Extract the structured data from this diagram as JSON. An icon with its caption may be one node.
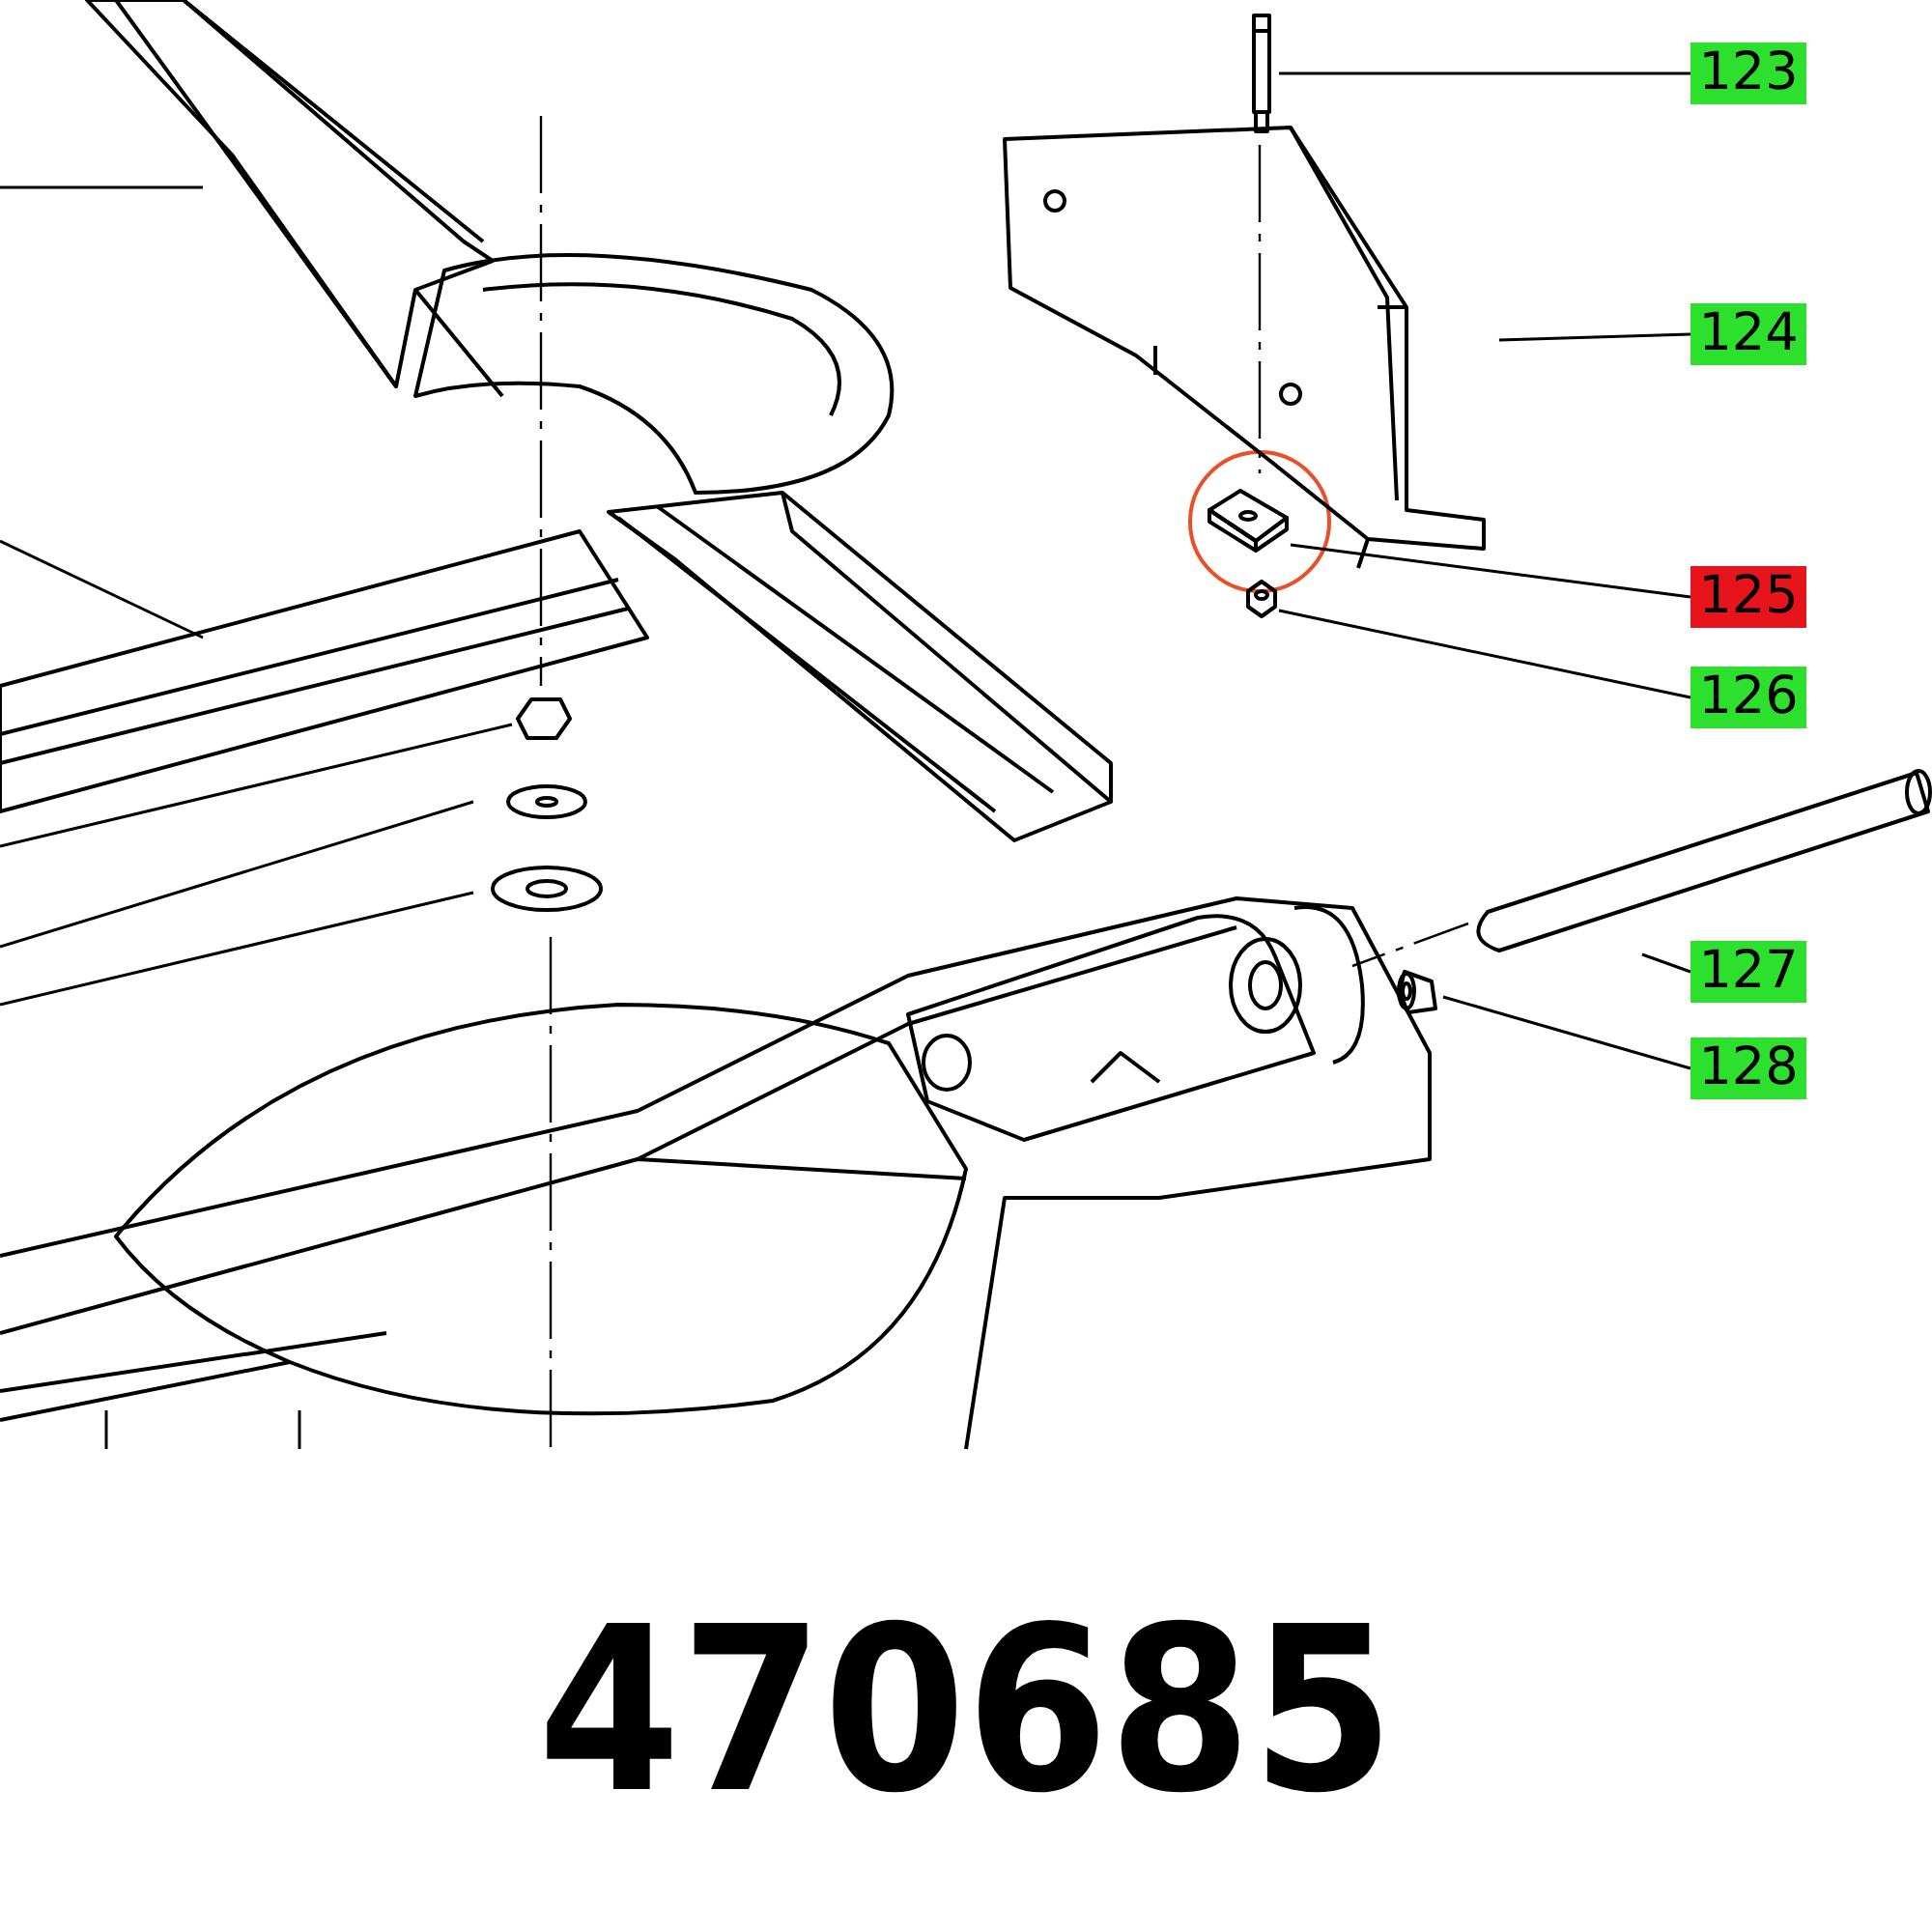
{
  "diagram": {
    "nodes": [
      {
        "text": [
          "123"
        ]
      },
      {
        "text": [],
        "shape": "picture"
      },
      {
        "text": [
          "124"
        ]
      },
      {
        "text": [],
        "shape": "picture"
      },
      {
        "text": [
          "125"
        ]
      },
      {
        "text": [],
        "shape": "picture"
      },
      {
        "text": [
          "126"
        ]
      },
      {
        "text": [],
        "shape": "picture"
      },
      {
        "text": [
          "127"
        ]
      },
      {
        "text": [],
        "shape": "picture"
      },
      {
        "text": [
          "128"
        ]
      },
      {
        "text": [],
        "shape": "picture"
      }
    ],
    "edges": [
      {
        "from": 0,
        "to": 1,
        "arrow": "none"
      },
      {
        "from": 2,
        "to": 3,
        "arrow": "none"
      },
      {
        "from": 4,
        "to": 5,
        "arrow": "none"
      },
      {
        "from": 6,
        "to": 7,
        "arrow": "none"
      },
      {
        "from": 8,
        "to": 9,
        "arrow": "none"
      },
      {
        "from": 10,
        "to": 11,
        "arrow": "none"
      }
    ],
    "labels": [
      "470685"
    ]
  }
}
